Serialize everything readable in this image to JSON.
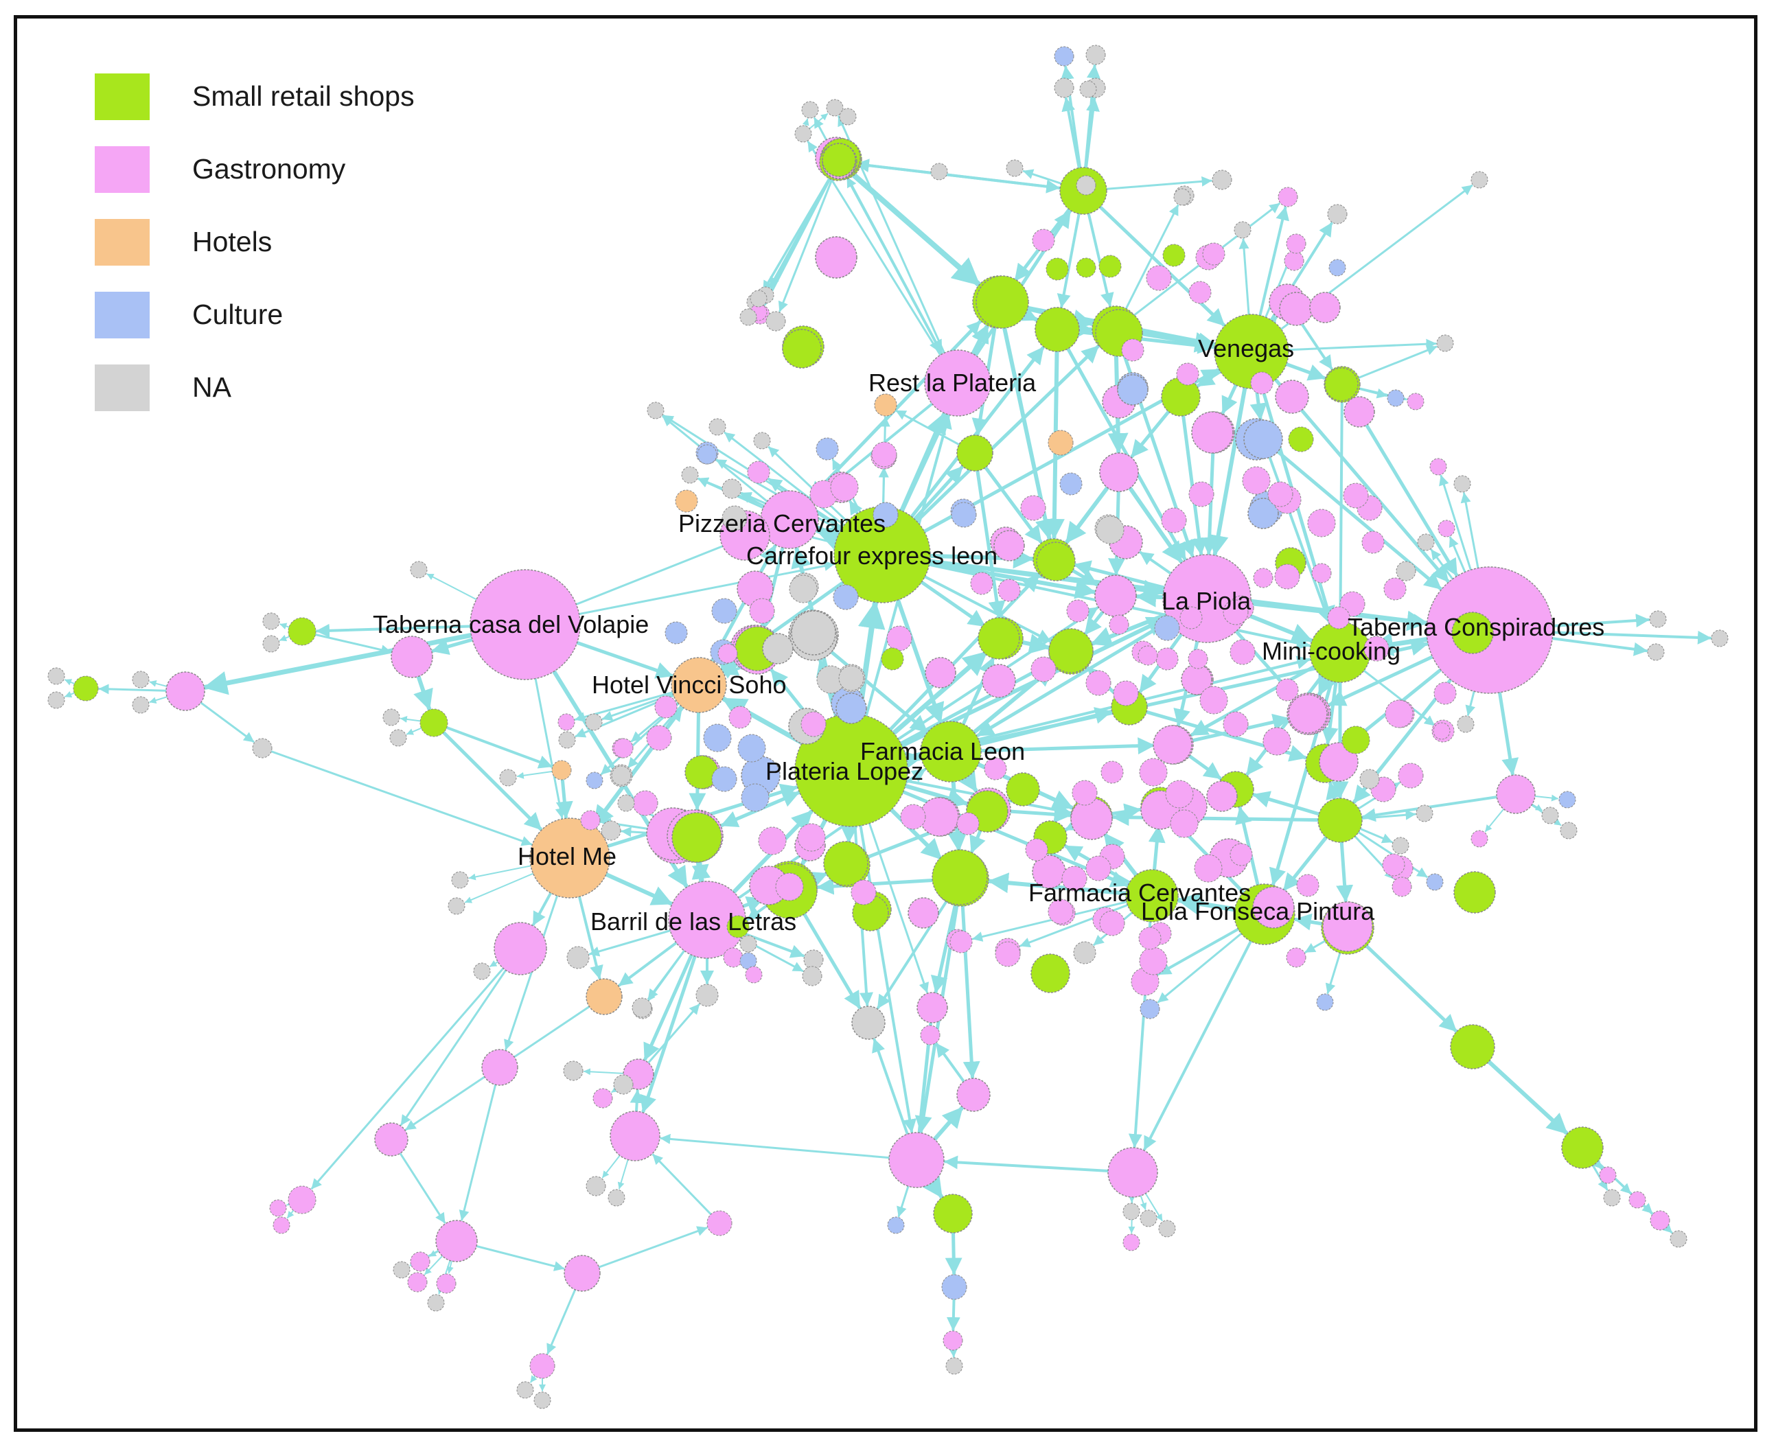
{
  "legend": {
    "items": [
      {
        "label": "Small retail shops",
        "color": "#a8e61d"
      },
      {
        "label": "Gastronomy",
        "color": "#f5a6f5"
      },
      {
        "label": "Hotels",
        "color": "#f8c58c"
      },
      {
        "label": "Culture",
        "color": "#a9c1f5"
      },
      {
        "label": "NA",
        "color": "#d3d3d3"
      }
    ]
  },
  "colors": {
    "edge": "#8fe0e3",
    "retail": "#a8e61d",
    "gastronomy": "#f5a6f5",
    "hotel": "#f8c58c",
    "culture": "#a9c1f5",
    "na": "#d3d3d3"
  },
  "labels": {
    "rest_la_plateria": "Rest la Plateria",
    "venegas": "Venegas",
    "pizzeria_cervantes": "Pizzeria Cervantes",
    "carrefour_express_leon": "Carrefour express leon",
    "la_piola": "La Piola",
    "taberna_casa_del_volapie": "Taberna casa del Volapie",
    "taberna_conspiradores": "Taberna Conspiradores",
    "mini_cooking": "Mini-cooking",
    "hotel_vincci_soho": "Hotel Vincci Soho",
    "farmacia_leon": "Farmacia Leon",
    "plateria_lopez": "Plateria Lopez",
    "hotel_me": "Hotel Me",
    "farmacia_cervantes": "Farmacia Cervantes",
    "lola_fonseca_pintura": "Lola Fonseca Pintura",
    "barril_de_las_letras": "Barril de las Letras"
  }
}
